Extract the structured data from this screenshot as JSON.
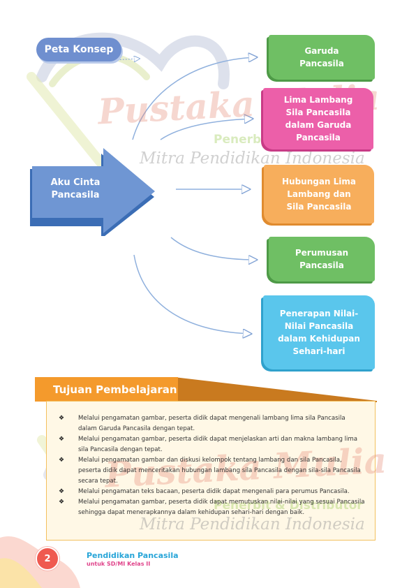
{
  "peta_konsep": {
    "label": "Peta Konsep"
  },
  "main_concept": {
    "label": "Aku Cinta Pancasila"
  },
  "concepts": [
    {
      "label": "Garuda Pancasila",
      "color": "#6fbf64"
    },
    {
      "label": "Lima Lambang Sila Pancasila dalam Garuda Pancasila",
      "color": "#ec5fa9"
    },
    {
      "label": "Hubungan Lima Lambang dan Sila Pancasila",
      "color": "#f7ae5c"
    },
    {
      "label": "Perumusan Pancasila",
      "color": "#6fbf64"
    },
    {
      "label": "Penerapan Nilai-Nilai Pancasila dalam Kehidupan Sehari-hari",
      "color": "#5ac6ec"
    }
  ],
  "tujuan": {
    "title": "Tujuan Pembelajaran",
    "bullet_symbol": "❖",
    "items": [
      "Melalui pengamatan gambar, peserta didik dapat mengenali lambang lima sila Pancasila dalam Garuda Pancasila dengan tepat.",
      "Melalui pengamatan gambar, peserta didik dapat menjelaskan arti dan makna lambang lima sila Pancasila dengan tepat.",
      "Melalui pengamatan gambar dan diskusi kelompok tentang lambang dan sila Pancasila, peserta didik dapat menceritakan hubungan lambang sila Pancasila dengan sila-sila Pancasila secara tepat.",
      "Melalui pengamatan teks bacaan, peserta didik dapat mengenali para perumus Pancasila.",
      "Melalui pengamatan gambar, peserta didik dapat memutuskan nilai-nilai yang sesuai Pancasila sehingga dapat menerapkannya dalam kehidupan sehari-hari dengan baik."
    ]
  },
  "watermark": {
    "brand": "Pustaka Mulia",
    "tagline": "Penerbit & Distributor",
    "motto": "Mitra Pendidikan Indonesia"
  },
  "footer": {
    "page_number": "2",
    "book_title": "Pendidikan Pancasila",
    "book_subtitle": "untuk SD/MI Kelas II"
  }
}
